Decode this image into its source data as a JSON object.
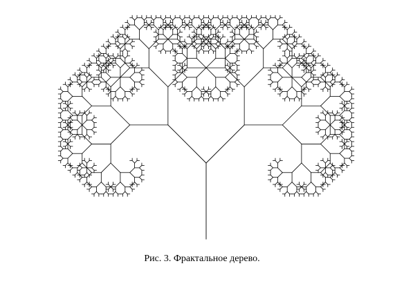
{
  "figure": {
    "caption": "Рис. 3. Фрактальное дерево.",
    "line_color": "#000000",
    "background_color": "#ffffff"
  },
  "fractal_tree": {
    "depth": 10,
    "branch_angle_deg": 45,
    "length_ratio": 0.7071
  }
}
